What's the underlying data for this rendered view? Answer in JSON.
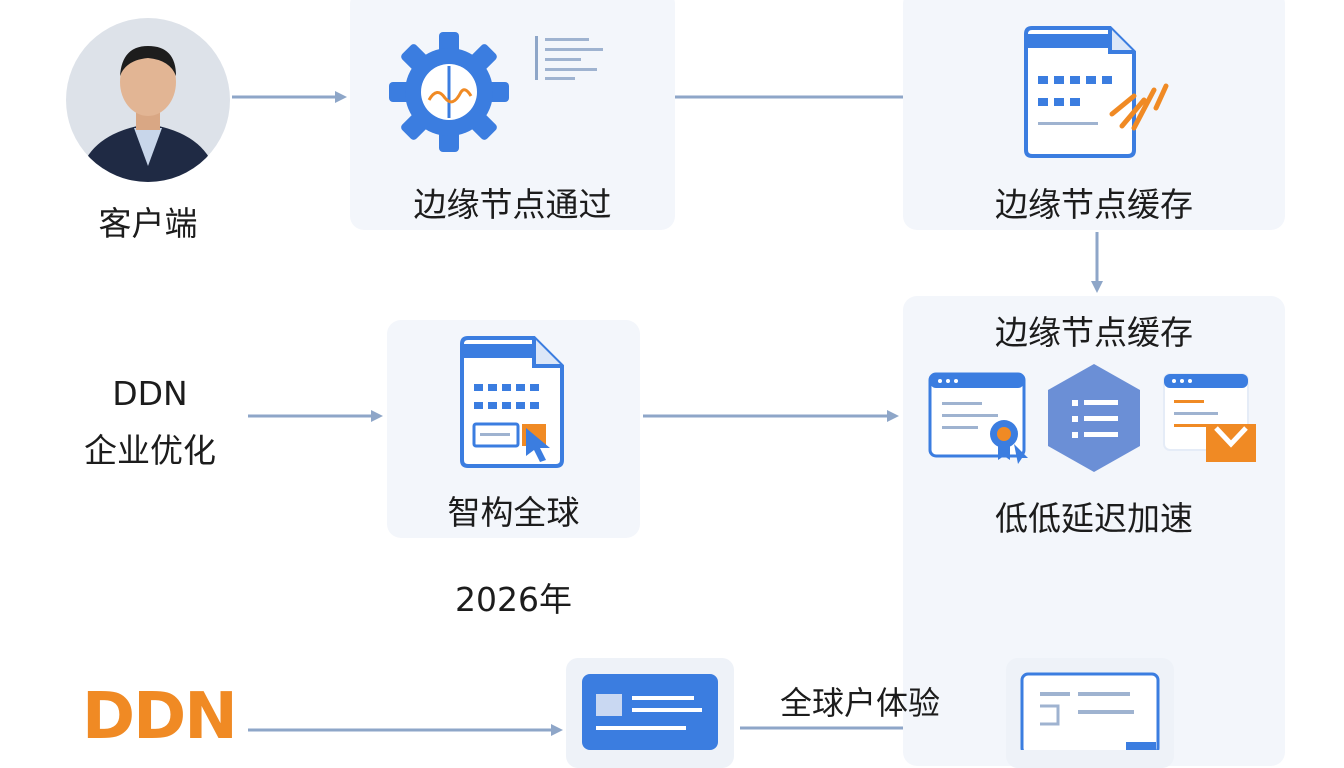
{
  "client": {
    "label": "客户端"
  },
  "card_top_middle": {
    "label": "边缘节点通过"
  },
  "card_top_right": {
    "label": "边缘节点缓存"
  },
  "card_right_big": {
    "title": "边缘节点缓存",
    "label": "低低延迟加速"
  },
  "card_middle": {
    "label": "智构全球"
  },
  "left_ddn": {
    "line1": "DDN",
    "line2": "企业优化"
  },
  "year": {
    "label": "2026年"
  },
  "bottom": {
    "edge_label": "全球户体验"
  },
  "logo": {
    "text": "DDN"
  },
  "colors": {
    "blue": "#3b7de0",
    "orange": "#f08a24",
    "arrow": "#8ea6c8",
    "card": "#f3f6fb"
  }
}
